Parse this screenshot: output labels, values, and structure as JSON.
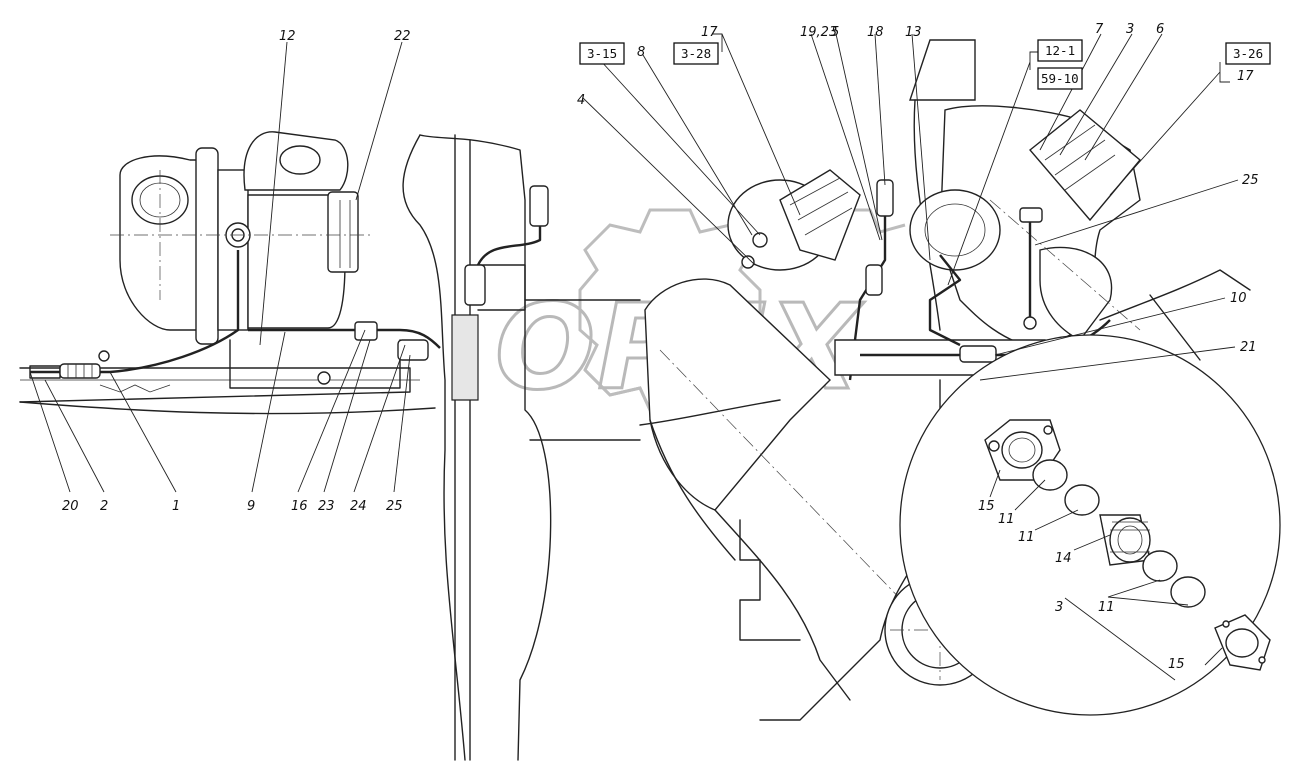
{
  "watermark": "OPEX",
  "callouts": [
    "12",
    "22",
    "17",
    "19,23",
    "5",
    "18",
    "13",
    "7",
    "3",
    "6",
    "8",
    "4",
    "25",
    "10",
    "21",
    "20",
    "2",
    "1",
    "9",
    "16",
    "23",
    "24",
    "25",
    "15",
    "11",
    "11",
    "14",
    "3",
    "11",
    "15",
    "17"
  ],
  "ref_boxes": [
    "3-15",
    "3-28",
    "12-1",
    "59-10",
    "3-26"
  ]
}
